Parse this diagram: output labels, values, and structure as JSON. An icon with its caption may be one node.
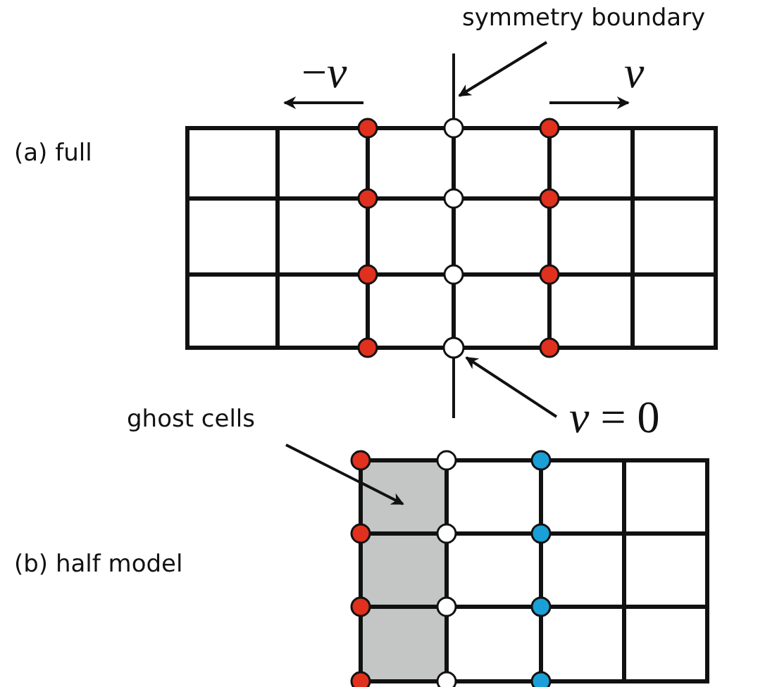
{
  "diagram": {
    "nodes": [
      {
        "text": [
          "symmetry boundary"
        ]
      },
      {
        "text": [],
        "shape": "line"
      },
      {
        "text": [
          "*v* = 0"
        ]
      },
      {
        "text": [],
        "shape": "circle"
      },
      {
        "text": [
          "ghost cells"
        ]
      },
      {
        "text": [],
        "shape": "box"
      }
    ],
    "edges": [
      {
        "from": 0,
        "to": 1,
        "arrow": "to"
      },
      {
        "from": 2,
        "to": 3,
        "arrow": "to"
      },
      {
        "from": 4,
        "to": 5,
        "arrow": "to"
      }
    ],
    "labels": [
      "−*v*",
      "*v*",
      "(a) full",
      "(b) half model"
    ]
  }
}
